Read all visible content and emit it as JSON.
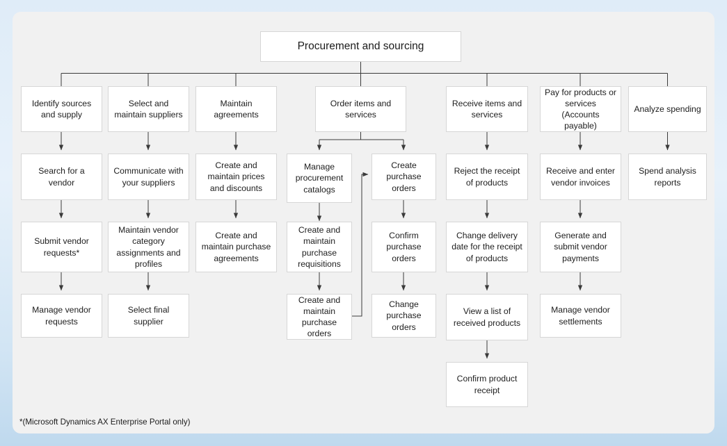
{
  "diagram": {
    "title": "Procurement and sourcing",
    "footnote": "*(Microsoft Dynamics AX Enterprise Portal only)",
    "colors": {
      "page_background": "#cfe3f2",
      "panel_background": "#f1f1f1",
      "node_fill": "#ffffff",
      "node_border": "#d6d6d6",
      "connector": "#3a3a3a",
      "text": "#202020"
    },
    "root": {
      "label": "Procurement and sourcing"
    },
    "columns": [
      {
        "id": "identify-sources-and-supply",
        "header": "Identify sources and supply",
        "nodes": [
          {
            "id": "search-for-a-vendor",
            "label": "Search for a vendor"
          },
          {
            "id": "submit-vendor-requests",
            "label": "Submit vendor requests*"
          },
          {
            "id": "manage-vendor-requests",
            "label": "Manage vendor requests"
          }
        ]
      },
      {
        "id": "select-and-maintain-suppliers",
        "header": "Select and maintain suppliers",
        "nodes": [
          {
            "id": "communicate-with-your-suppliers",
            "label": "Communicate with your suppliers"
          },
          {
            "id": "maintain-vendor-category-assignments-and-profiles",
            "label": "Maintain vendor category assignments and profiles"
          },
          {
            "id": "select-final-supplier",
            "label": "Select final supplier"
          }
        ]
      },
      {
        "id": "maintain-agreements",
        "header": "Maintain agreements",
        "nodes": [
          {
            "id": "create-and-maintain-prices-and-discounts",
            "label": "Create and maintain prices and discounts"
          },
          {
            "id": "create-and-maintain-purchase-agreements",
            "label": "Create and maintain purchase agreements"
          }
        ]
      },
      {
        "id": "order-items-and-services",
        "header": "Order items and services",
        "nodes": [
          {
            "id": "manage-procurement-catalogs",
            "label": "Manage procurement catalogs"
          },
          {
            "id": "create-and-maintain-purchase-requisitions",
            "label": "Create and maintain purchase requisitions"
          },
          {
            "id": "create-and-maintain-purchase-orders",
            "label": "Create and maintain purchase orders"
          },
          {
            "id": "create-purchase-orders",
            "label": "Create purchase orders"
          },
          {
            "id": "confirm-purchase-orders",
            "label": "Confirm purchase orders"
          },
          {
            "id": "change-purchase-orders",
            "label": "Change purchase orders"
          }
        ]
      },
      {
        "id": "receive-items-and-services",
        "header": "Receive items and services",
        "nodes": [
          {
            "id": "reject-the-receipt-of-products",
            "label": "Reject the receipt of products"
          },
          {
            "id": "change-delivery-date-for-the-receipt-of-products",
            "label": "Change delivery date for the receipt of products"
          },
          {
            "id": "view-a-list-of-received-products",
            "label": "View a list of received products"
          },
          {
            "id": "confirm-product-receipt",
            "label": "Confirm product receipt"
          }
        ]
      },
      {
        "id": "pay-for-products-or-services",
        "header": "Pay for products or services\n(Accounts payable)",
        "nodes": [
          {
            "id": "receive-and-enter-vendor-invoices",
            "label": "Receive and enter vendor invoices"
          },
          {
            "id": "generate-and-submit-vendor-payments",
            "label": "Generate and submit vendor payments"
          },
          {
            "id": "manage-vendor-settlements",
            "label": "Manage vendor settlements"
          }
        ]
      },
      {
        "id": "analyze-spending",
        "header": "Analyze spending",
        "nodes": [
          {
            "id": "spend-analysis-reports",
            "label": "Spend analysis reports"
          }
        ]
      }
    ]
  }
}
